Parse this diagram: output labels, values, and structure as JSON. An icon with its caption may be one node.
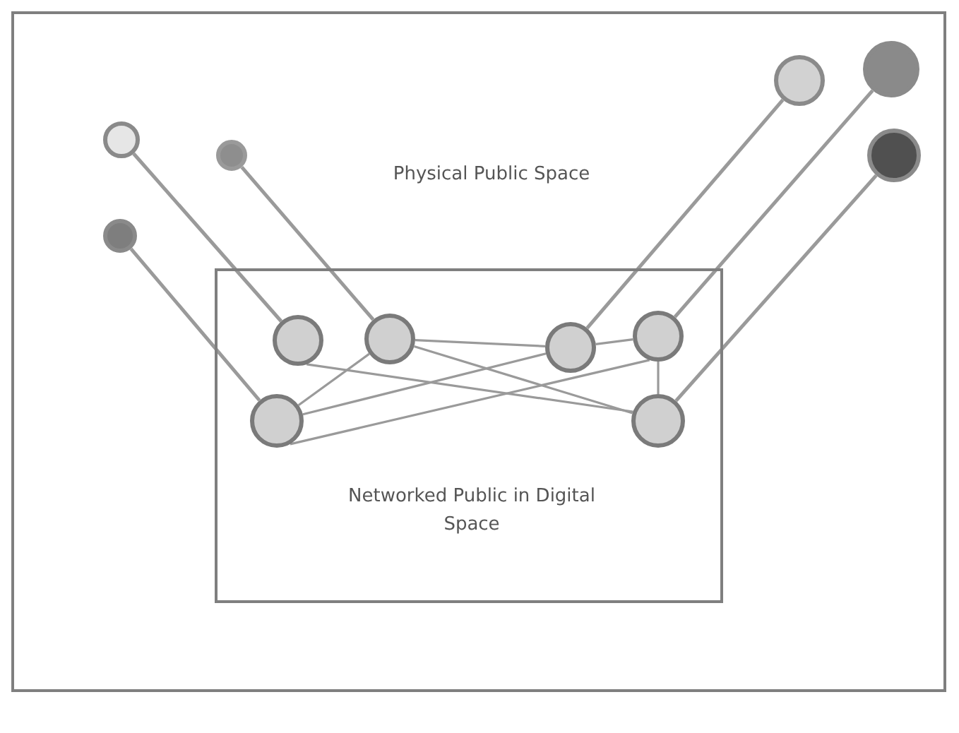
{
  "diagram": {
    "nodes": [
      {
        "text": [
          "Physical Public Space"
        ]
      },
      {
        "text": [
          "Networked Public in Digital Space"
        ],
        "in": 0
      },
      {
        "text": [],
        "shape": "circle",
        "in": 0
      },
      {
        "text": [],
        "shape": "circle",
        "in": 0
      },
      {
        "text": [],
        "shape": "circle",
        "in": 0
      },
      {
        "text": [],
        "shape": "circle",
        "in": 0
      },
      {
        "text": [],
        "shape": "circle",
        "in": 0
      },
      {
        "text": [],
        "shape": "circle",
        "in": 0
      },
      {
        "text": [],
        "shape": "circle",
        "in": 1
      },
      {
        "text": [],
        "shape": "circle",
        "in": 1
      },
      {
        "text": [],
        "shape": "circle",
        "in": 1
      },
      {
        "text": [],
        "shape": "circle",
        "in": 1
      },
      {
        "text": [],
        "shape": "circle",
        "in": 1
      },
      {
        "text": [],
        "shape": "circle",
        "in": 1
      }
    ],
    "edges": [
      {
        "from": 2,
        "to": 8,
        "arrow": "none"
      },
      {
        "from": 3,
        "to": 9,
        "arrow": "none"
      },
      {
        "from": 4,
        "to": 12,
        "arrow": "none"
      },
      {
        "from": 5,
        "to": 10,
        "arrow": "none"
      },
      {
        "from": 6,
        "to": 11,
        "arrow": "none"
      },
      {
        "from": 7,
        "to": 13,
        "arrow": "none"
      },
      {
        "from": 9,
        "to": 10,
        "arrow": "none"
      },
      {
        "from": 10,
        "to": 11,
        "arrow": "none"
      },
      {
        "from": 11,
        "to": 13,
        "arrow": "none"
      },
      {
        "from": 9,
        "to": 13,
        "arrow": "none"
      },
      {
        "from": 8,
        "to": 13,
        "arrow": "none"
      },
      {
        "from": 12,
        "to": 9,
        "arrow": "none"
      },
      {
        "from": 12,
        "to": 10,
        "arrow": "none"
      },
      {
        "from": 12,
        "to": 11,
        "arrow": "none"
      }
    ]
  }
}
